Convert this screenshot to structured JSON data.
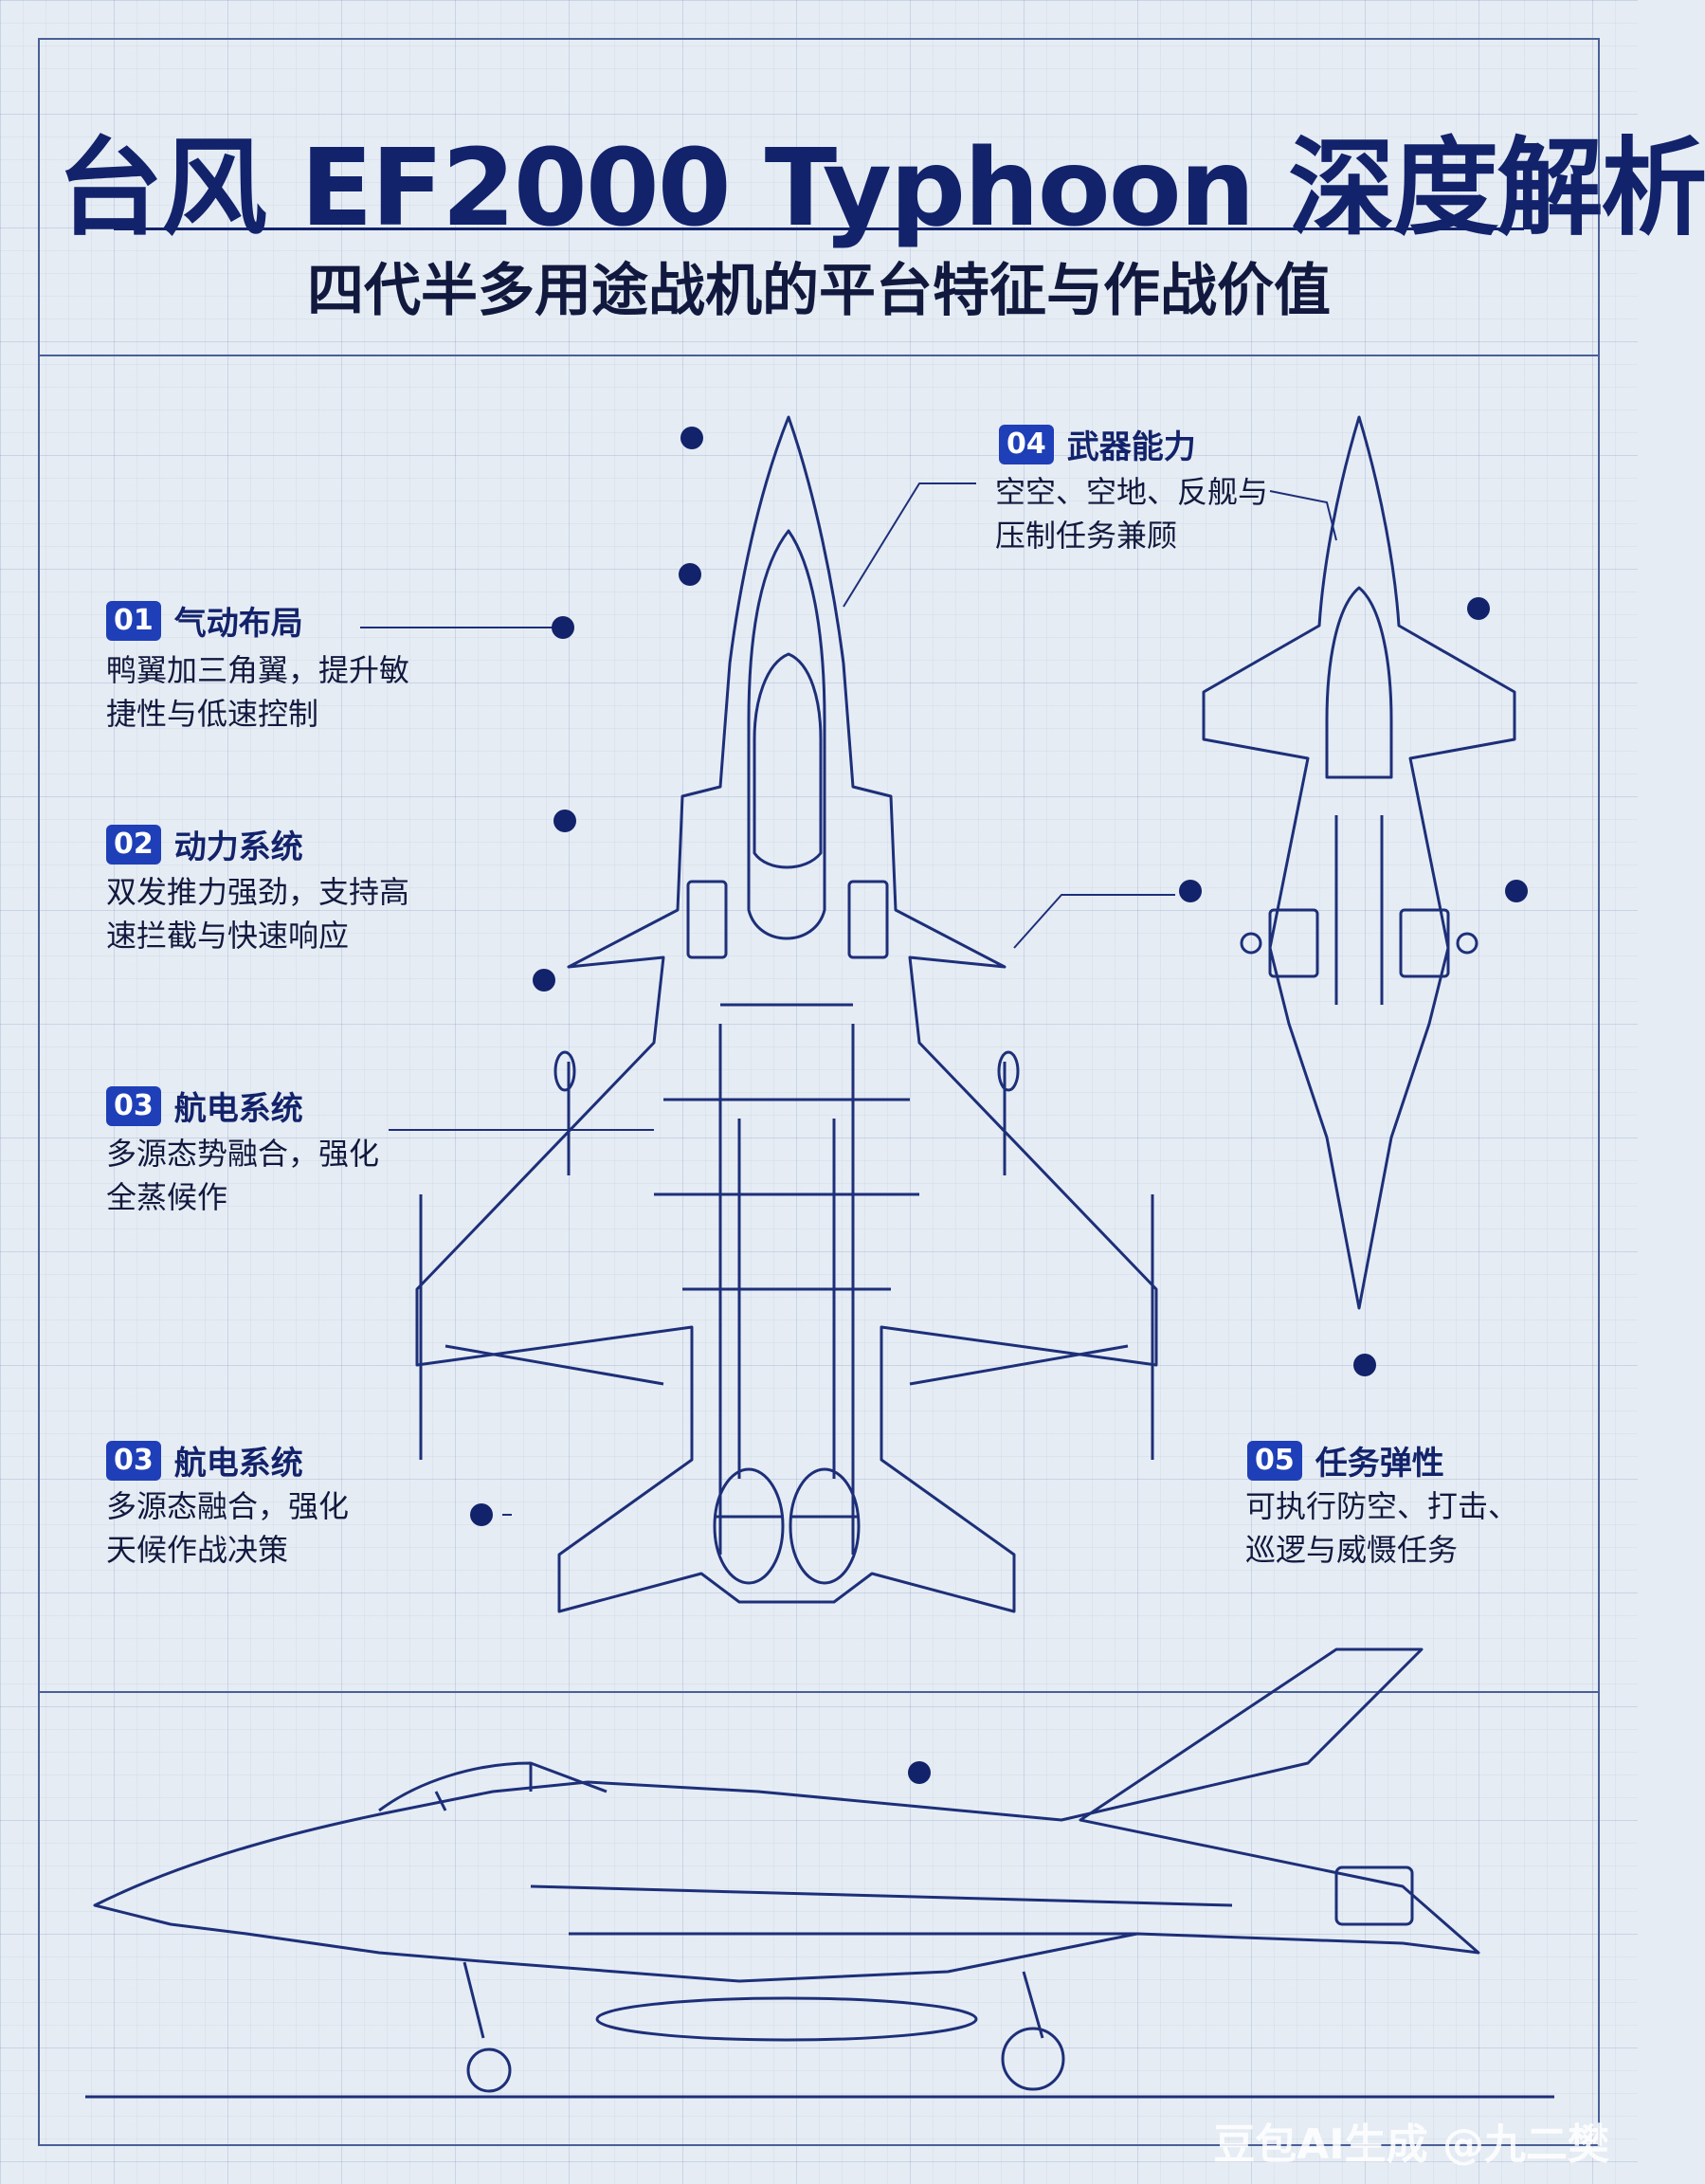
{
  "header": {
    "title": "台风 EF2000 Typhoon 深度解析",
    "subtitle": "四代半多用途战机的平台特征与作战价值"
  },
  "sections": [
    {
      "badge": "01",
      "label": "气动布局",
      "desc": [
        "鸭翼加三角翼，提升敏",
        "捷性与低速控制"
      ]
    },
    {
      "badge": "02",
      "label": "动力系统",
      "desc": [
        "双发推力强劲，支持高",
        "速拦截与快速响应"
      ]
    },
    {
      "badge": "03",
      "label": "航电系统",
      "desc": [
        "多源态势融合，强化",
        "全蒸候作"
      ]
    },
    {
      "badge": "03",
      "label": "航电系统",
      "desc": [
        "多源态融合，强化",
        "天候作战决策"
      ]
    },
    {
      "badge": "04",
      "label": "武器能力",
      "desc": [
        "空空、空地、反舰与",
        "压制任务兼顾"
      ]
    },
    {
      "badge": "05",
      "label": "任务弹性",
      "desc": [
        "可执行防空、打击、",
        "巡逻与威慑任务"
      ]
    }
  ],
  "watermark": "豆包AI生成 @九二樊",
  "colors": {
    "ink": "#12236b",
    "badge": "#1f3fb8",
    "paper": "#e6ecf3"
  }
}
